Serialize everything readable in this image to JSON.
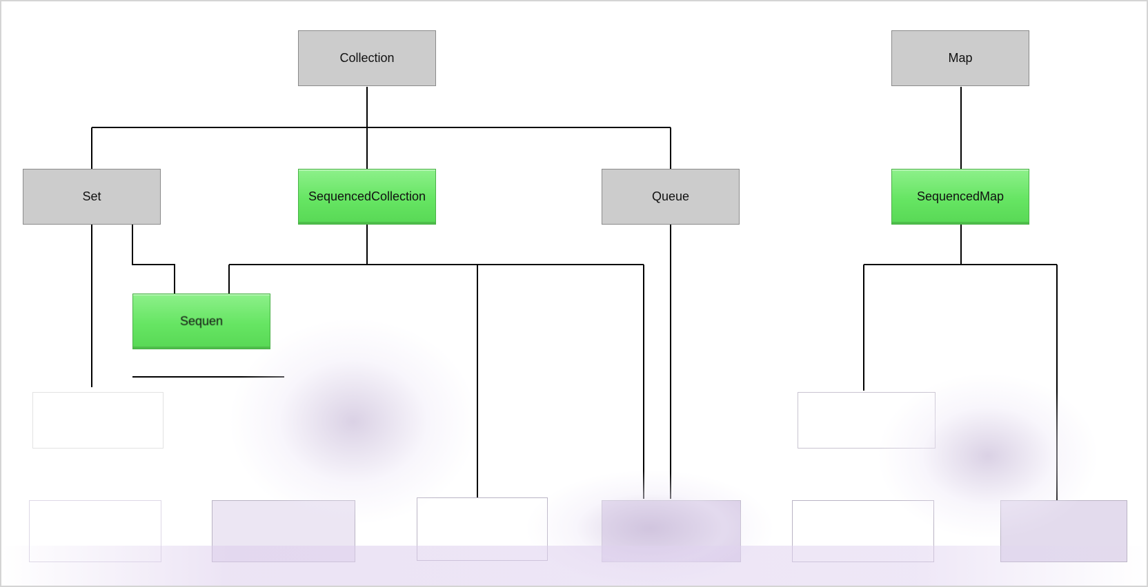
{
  "diagram": {
    "nodes": {
      "collection": "Collection",
      "map": "Map",
      "set": "Set",
      "sequenced_collection": "SequencedCollection",
      "queue": "Queue",
      "sequenced_map": "SequencedMap",
      "sequenced_set": "Sequen"
    },
    "colors": {
      "interface_gray": "#cccccc",
      "new_interface_green": "#66e563",
      "connector": "#000000"
    }
  }
}
